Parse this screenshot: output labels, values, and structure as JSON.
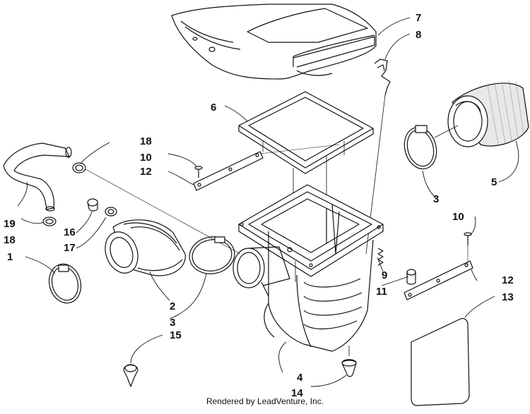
{
  "footer": "Rendered by LeadVenture, Inc.",
  "callouts": [
    "1",
    "2",
    "3",
    "3",
    "4",
    "5",
    "6",
    "7",
    "8",
    "9",
    "10",
    "10",
    "11",
    "12",
    "12",
    "13",
    "14",
    "15",
    "16",
    "17",
    "18",
    "18",
    "19"
  ]
}
